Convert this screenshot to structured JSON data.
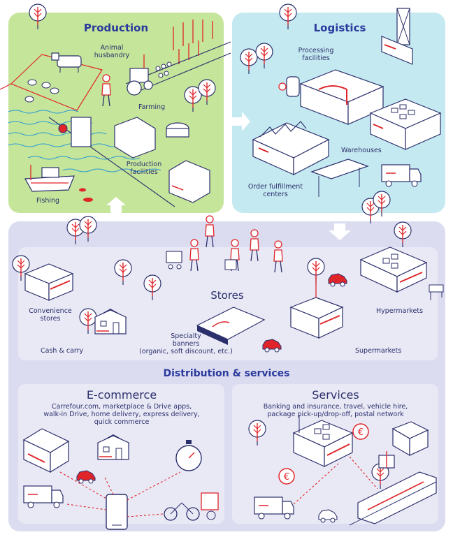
{
  "production": {
    "title": "Production",
    "animal_husbandry": "Animal\nhusbandry",
    "farming": "Farming",
    "production_facilities": "Production\nfacilities",
    "fishing": "Fishing"
  },
  "logistics": {
    "title": "Logistics",
    "processing_facilities": "Processing\nfacilities",
    "warehouses": "Warehouses",
    "order_fulfillment": "Order fulfillment\ncenters"
  },
  "stores": {
    "title": "Stores",
    "convenience": "Convenience\nstores",
    "cash_carry": "Cash & carry",
    "specialty": "Specialty\nbanners\n(organic, soft discount, etc.)",
    "hypermarkets": "Hypermarkets",
    "supermarkets": "Supermarkets"
  },
  "distribution": {
    "title": "Distribution & services"
  },
  "ecommerce": {
    "title": "E-commerce",
    "description": "Carrefour.com, marketplace & Drive apps,\nwalk-in Drive, home delivery, express delivery,\nquick commerce"
  },
  "services": {
    "title": "Services",
    "description": "Banking and insurance, travel, vehicle hire,\npackage pick-up/drop-off, postal network"
  },
  "colors": {
    "production_bg": "#c5e59a",
    "logistics_bg": "#c4e9f1",
    "distribution_bg": "#dcdcf0",
    "inner_bg": "#e9e9f6",
    "line_blue": "#2b2f6b",
    "accent_red": "#e0252a",
    "title_blue": "#2a3a9c"
  }
}
